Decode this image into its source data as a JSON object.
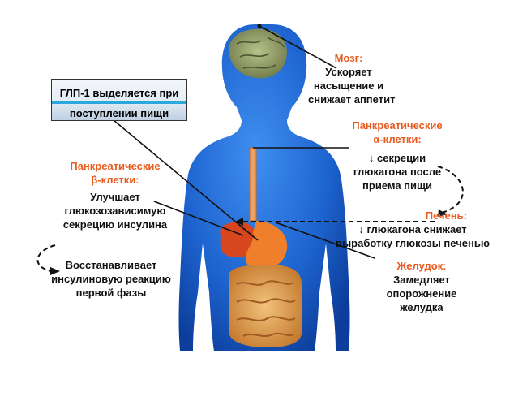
{
  "callout": {
    "line1": "ГЛП-1 выделяется при",
    "line2": "поступлении пищи"
  },
  "brain": {
    "title": "Мозг:",
    "line1": "Ускоряет",
    "line2": "насыщение и",
    "line3": "снижает аппетит"
  },
  "alpha": {
    "title1": "Панкреатические",
    "title2": "α-клетки:",
    "line1": "↓ секреции",
    "line2": "глюкагона после",
    "line3": "приема пищи"
  },
  "liver": {
    "title": "Печень:",
    "line1": "↓ глюкагона снижает",
    "line2": "выработку глюкозы печенью"
  },
  "stomach": {
    "title": "Желудок:",
    "line1": "Замедляет",
    "line2": "опорожнение",
    "line3": "желудка"
  },
  "beta": {
    "title1": "Панкреатические",
    "title2": "β-клетки:",
    "line1": "Улучшает",
    "line2": "глюкозозависимую",
    "line3": "секрецию инсулина"
  },
  "restore": {
    "line1": "Восстанавливает",
    "line2": "инсулиновую реакцию",
    "line3": "первой фазы"
  },
  "colors": {
    "label_accent": "#e85a1e",
    "body": "#1f6fd6",
    "callout_bar": "#2ba9dc"
  }
}
